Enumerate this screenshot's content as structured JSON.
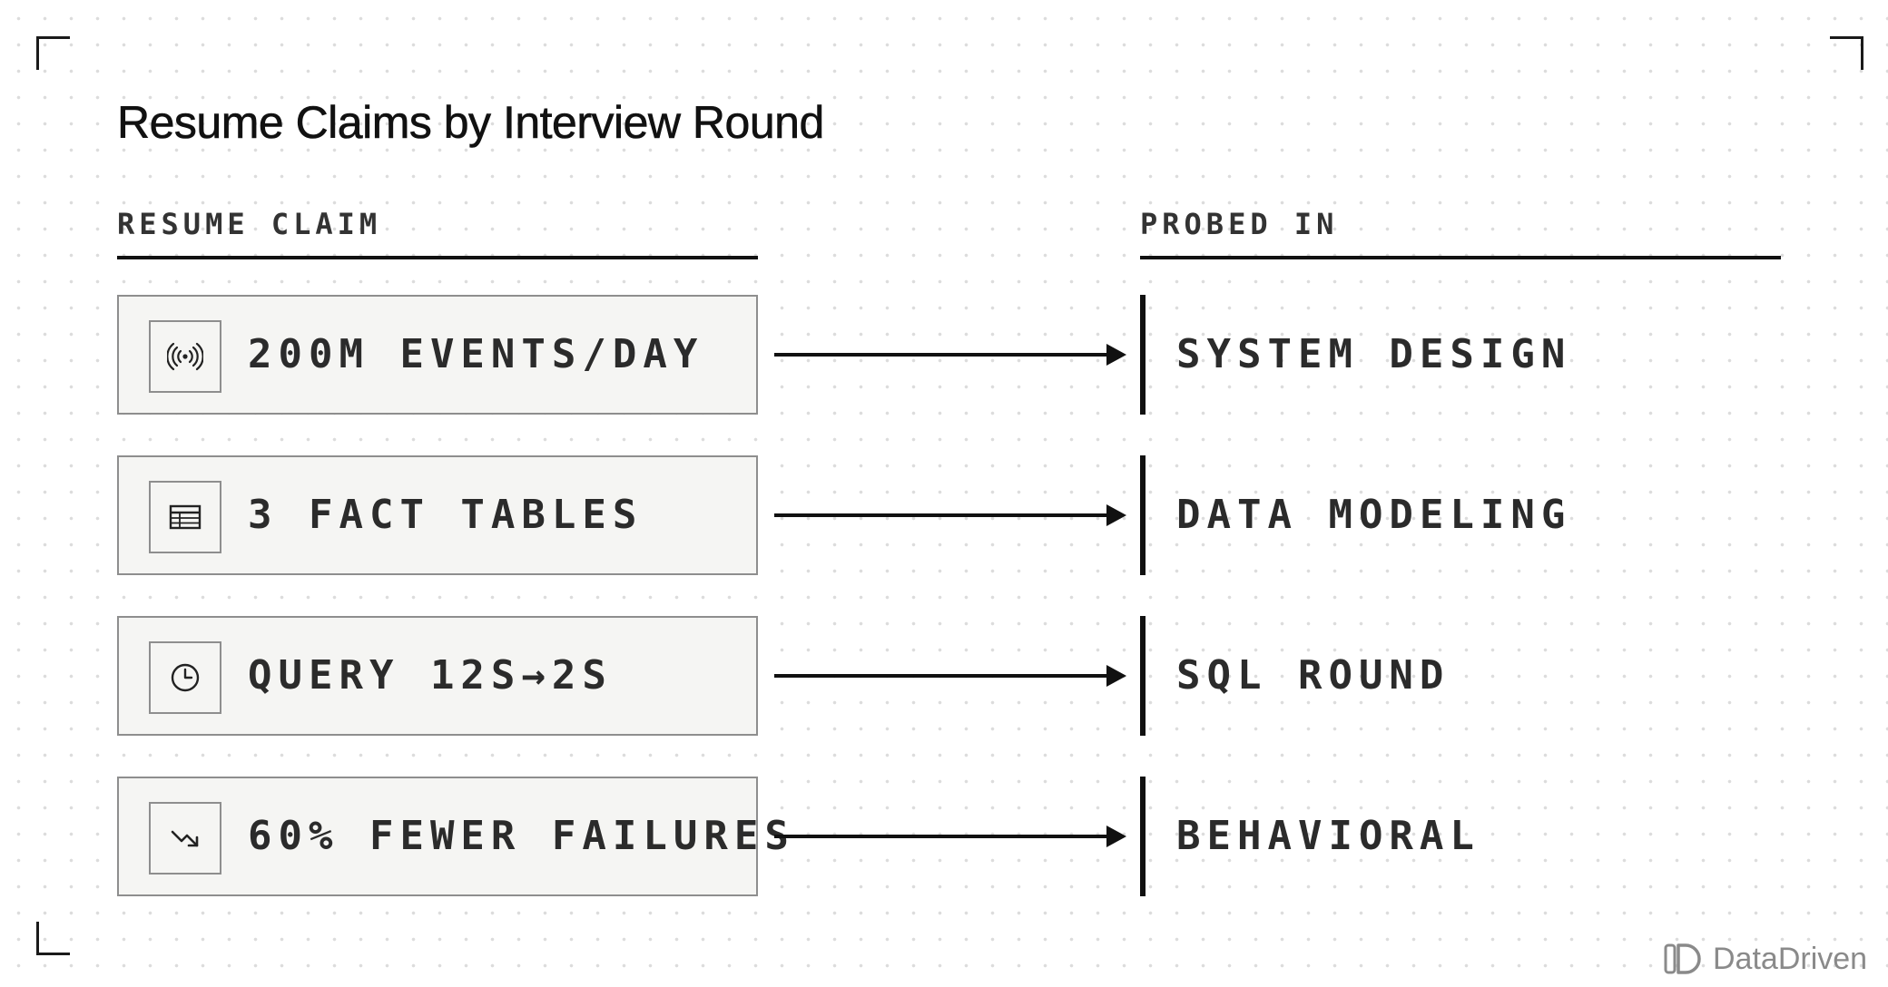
{
  "title": "Resume Claims by Interview Round",
  "columns": {
    "left": "RESUME CLAIM",
    "right": "PROBED IN"
  },
  "rows": [
    {
      "claim": "200M EVENTS/DAY",
      "icon": "broadcast-signal-icon",
      "round": "SYSTEM DESIGN"
    },
    {
      "claim": "3 FACT TABLES",
      "icon": "table-icon",
      "round": "DATA MODELING"
    },
    {
      "claim": "QUERY 12S→2S",
      "icon": "clock-icon",
      "round": "SQL ROUND"
    },
    {
      "claim": "60% FEWER FAILURES",
      "icon": "trend-down-icon",
      "round": "BEHAVIORAL"
    }
  ],
  "brand": {
    "name": "DataDriven"
  }
}
